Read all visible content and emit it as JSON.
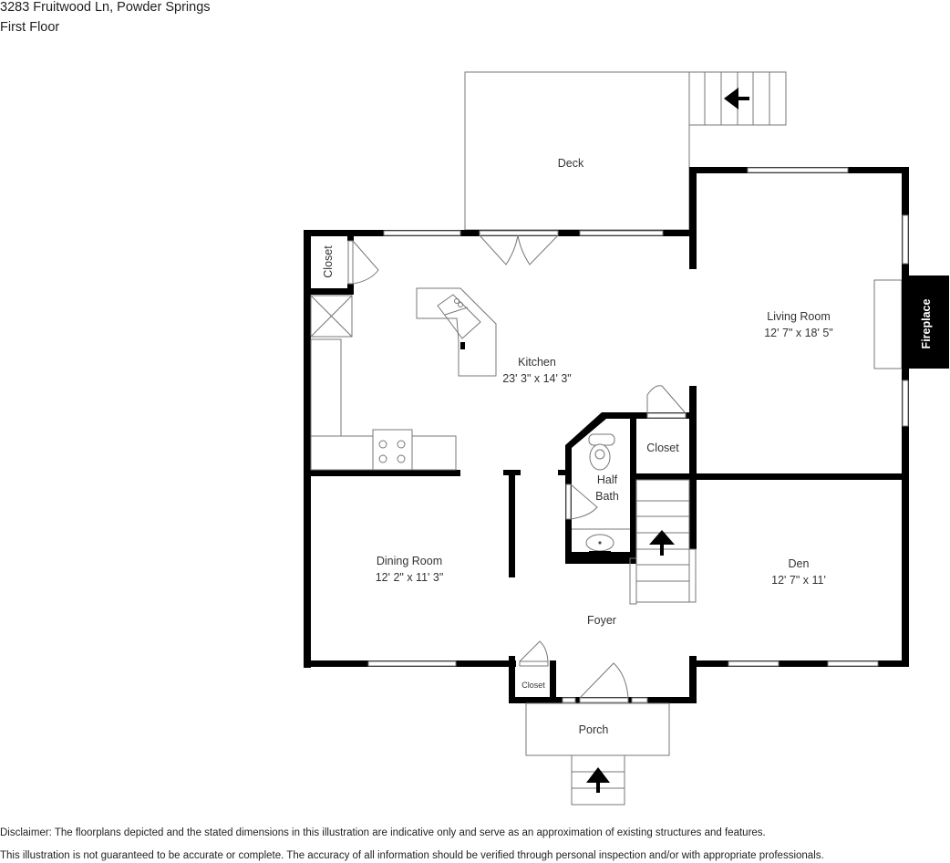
{
  "header": {
    "address": "3283 Fruitwood Ln, Powder Springs",
    "floor": "First Floor"
  },
  "rooms": {
    "deck": {
      "name": "Deck"
    },
    "kitchen": {
      "name": "Kitchen",
      "dims": "23' 3\" x 14' 3\""
    },
    "living_room": {
      "name": "Living Room",
      "dims": "12' 7\" x 18' 5\""
    },
    "fireplace": {
      "name": "Fireplace"
    },
    "kitchen_closet": {
      "name": "Closet"
    },
    "hall_closet": {
      "name": "Closet"
    },
    "half_bath": {
      "name_line1": "Half",
      "name_line2": "Bath"
    },
    "dining_room": {
      "name": "Dining Room",
      "dims": "12' 2\" x 11' 3\""
    },
    "den": {
      "name": "Den",
      "dims": "12' 7\" x 11'"
    },
    "foyer": {
      "name": "Foyer"
    },
    "foyer_closet": {
      "name": "Closet"
    },
    "porch": {
      "name": "Porch"
    }
  },
  "colors": {
    "wall": "#000000",
    "line": "#777777",
    "window": "#ffffff",
    "background": "#ffffff"
  },
  "disclaimer": {
    "line1": "Disclaimer: The floorplans depicted and the stated dimensions in this illustration are indicative only and serve as an approximation of existing structures and features.",
    "line2": "This illustration is not guaranteed to be accurate or complete. The accuracy of all information should be verified through personal inspection and/or with appropriate professionals."
  }
}
